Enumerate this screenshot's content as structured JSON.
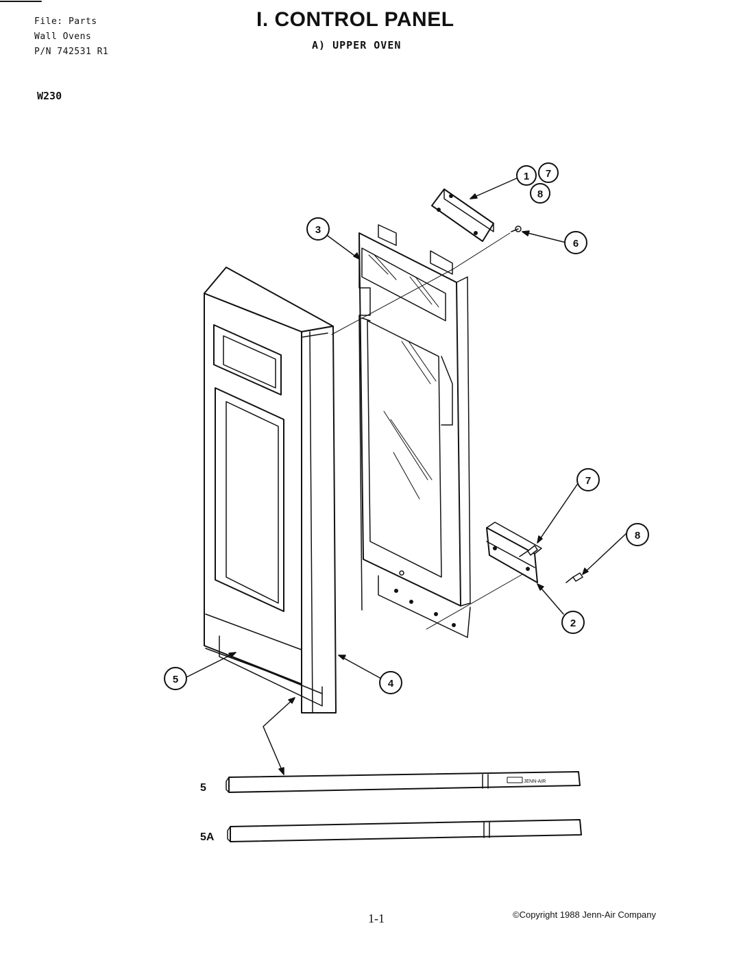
{
  "header": {
    "file_line": "File: Parts",
    "product_line": "Wall Ovens",
    "pn_line": "P/N 742531 R1",
    "model": "W230"
  },
  "title": "I. CONTROL PANEL",
  "subtitle": "A)  UPPER OVEN",
  "callouts": [
    "1",
    "7",
    "8",
    "3",
    "6",
    "7",
    "8",
    "2",
    "5",
    "4"
  ],
  "part_labels": {
    "strip_5": "5",
    "strip_5a": "5A",
    "brand_text": "JENN-AIR"
  },
  "footer": {
    "page_number": "1-1",
    "copyright": "©Copyright 1988 Jenn-Air Company"
  }
}
